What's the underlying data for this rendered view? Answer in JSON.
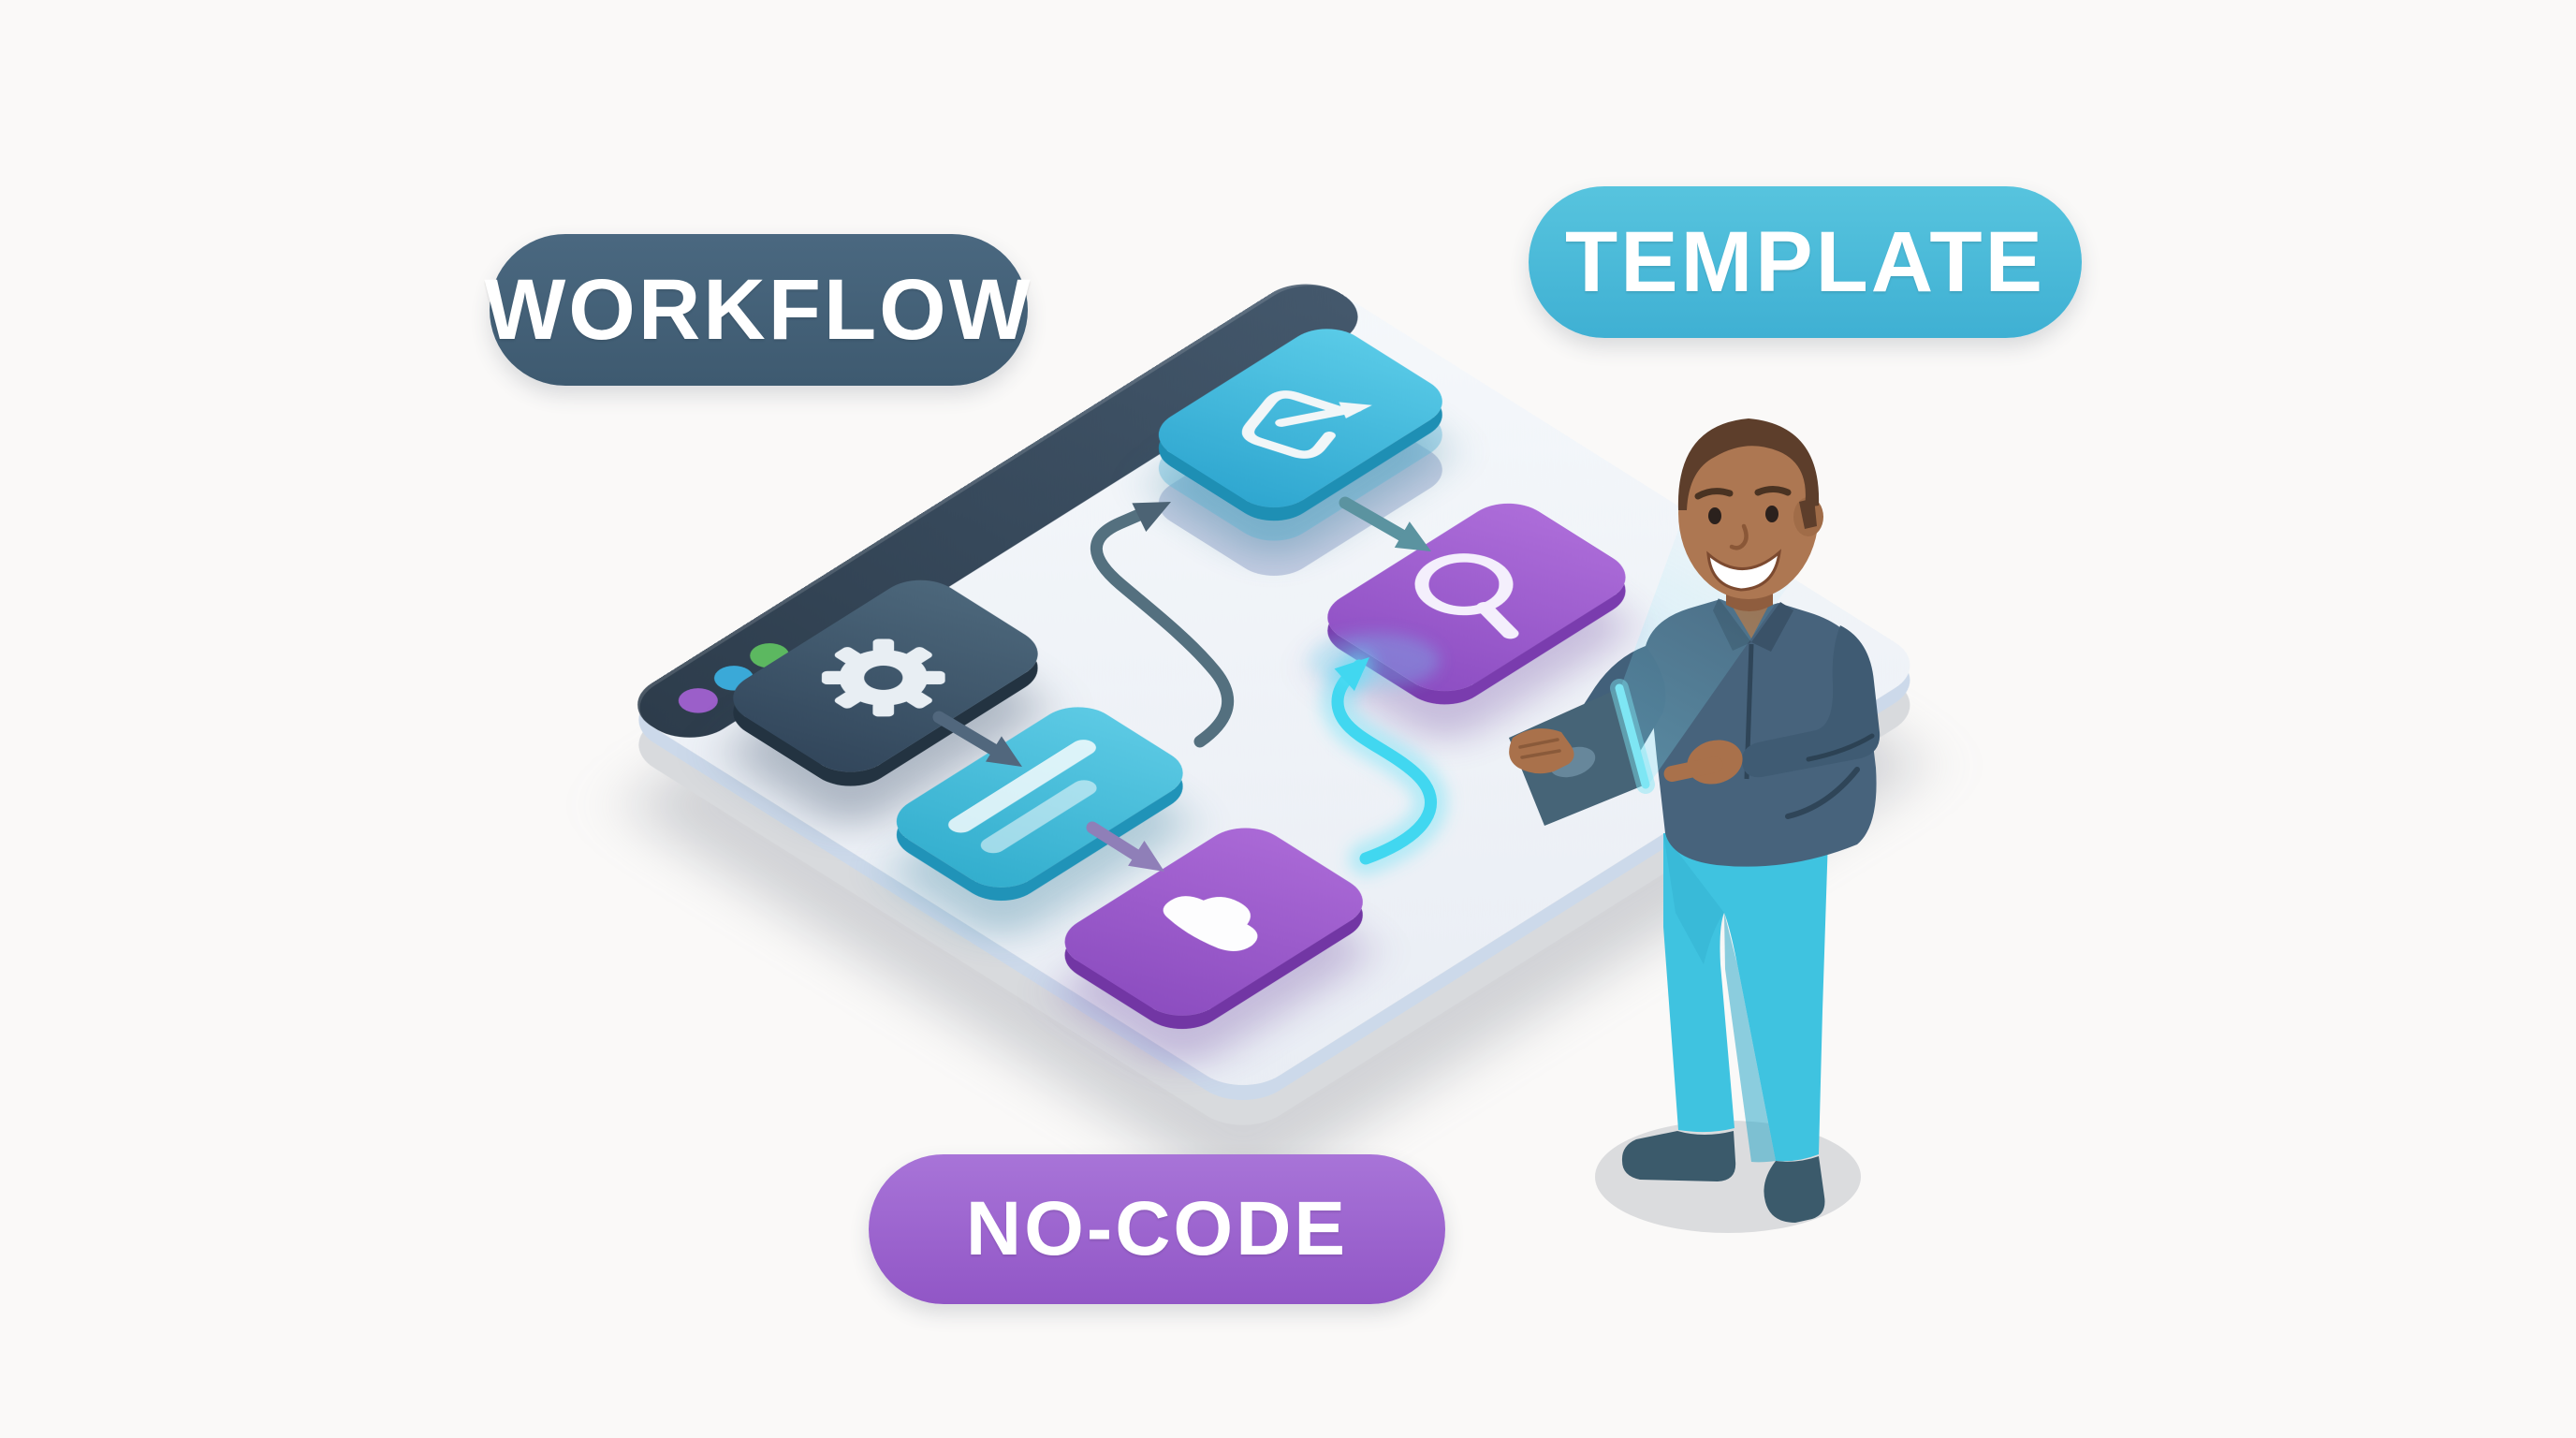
{
  "badges": {
    "workflow": {
      "label": "WORKFLOW",
      "color": "#44607a"
    },
    "template": {
      "label": "TEMPLATE",
      "color": "#4cbbd9"
    },
    "nocode": {
      "label": "NO-CODE",
      "color": "#9c64ce"
    }
  },
  "browser_window": {
    "surface_color": "#eef1f6",
    "titlebar_color": "#36485a",
    "traffic_dots": [
      {
        "name": "green-dot",
        "color": "#5cb860"
      },
      {
        "name": "cyan-dot",
        "color": "#3aa9d8"
      },
      {
        "name": "purple-dot",
        "color": "#9b5fc9"
      }
    ]
  },
  "workflow_nodes": [
    {
      "id": "settings",
      "icon": "gear-icon",
      "color": "#3c5163"
    },
    {
      "id": "export",
      "icon": "document-export-icon",
      "color": "#3fb4d6"
    },
    {
      "id": "search",
      "icon": "magnifier-icon",
      "color": "#9a5ccb"
    },
    {
      "id": "text",
      "icon": "text-lines-icon",
      "color": "#45bedd"
    },
    {
      "id": "cloud",
      "icon": "cloud-icon",
      "color": "#9857c8"
    }
  ],
  "connectors": [
    {
      "from": "settings",
      "to": "text",
      "style": "arrow",
      "color": "#51677d"
    },
    {
      "from": "text",
      "to": "export",
      "style": "elbow-arrow",
      "color": "#54707f"
    },
    {
      "from": "export",
      "to": "search",
      "style": "arrow",
      "color": "#5b93a0"
    },
    {
      "from": "text",
      "to": "cloud",
      "style": "arrow",
      "color": "#8f7fb8"
    },
    {
      "from": "cloud",
      "to": "search",
      "style": "glow-pipe",
      "color": "#41d7f0"
    }
  ],
  "person": {
    "description": "smiling man holding a glowing tablet",
    "skin_color": "#ad7752",
    "hair_color": "#5d3e2b",
    "shirt_color": "#47637c",
    "pants_color": "#3fc3e0",
    "shoe_color": "#3b5a6b",
    "tablet_color": "#466477",
    "tablet_glow_color": "#7ee6f4"
  }
}
